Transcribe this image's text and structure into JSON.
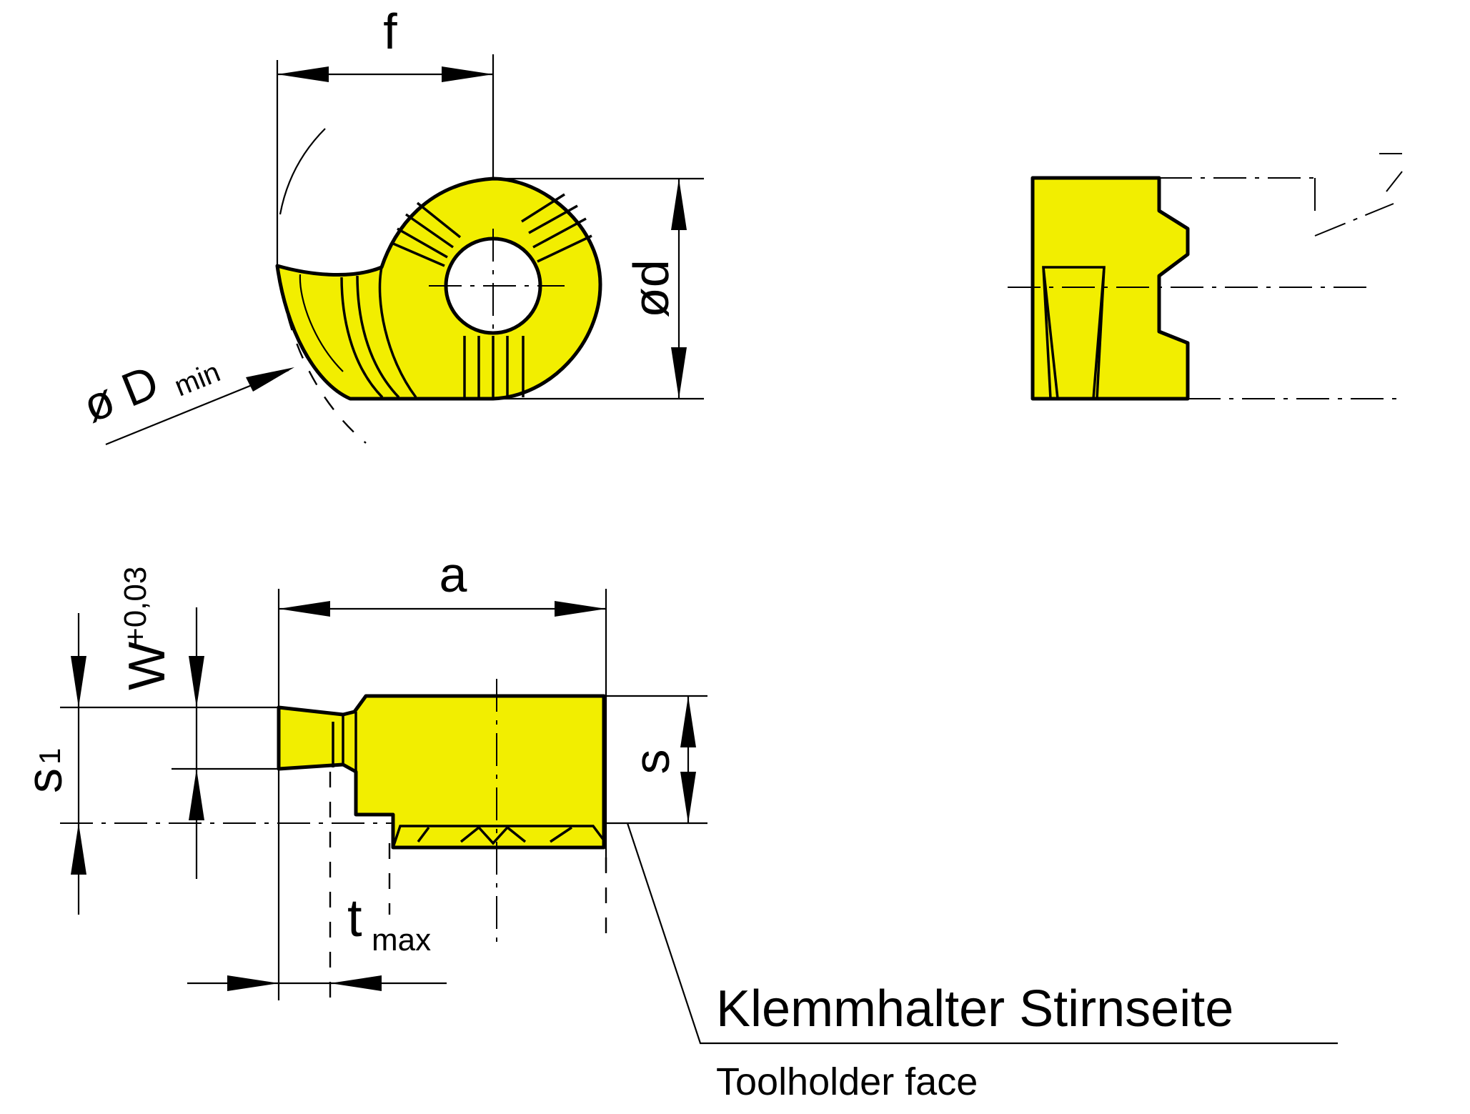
{
  "labels": {
    "f": "f",
    "od": "ød",
    "oD": "ø D",
    "min": "min",
    "a": "a",
    "W": "W",
    "tol": "+0,03",
    "s1_base": "s",
    "s1_sub": "1",
    "s": "s",
    "t_base": "t",
    "t_sub": "max",
    "holder_de": "Klemmhalter Stirnseite",
    "holder_en": "Toolholder face"
  },
  "colors": {
    "insert": "#f2ee00",
    "line": "#000000",
    "background": "#ffffff"
  }
}
